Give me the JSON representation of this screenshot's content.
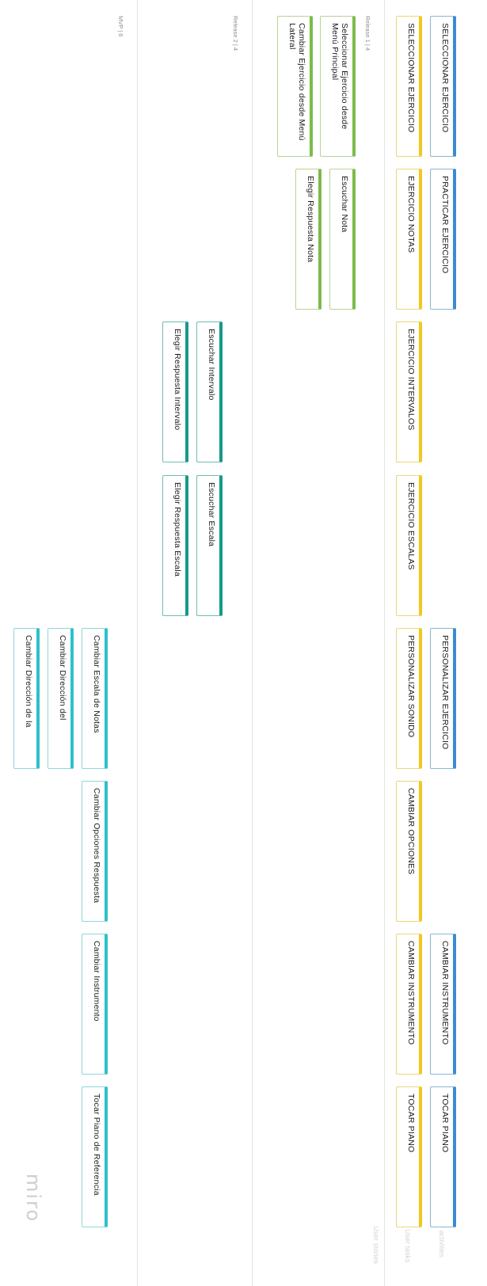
{
  "activities": [
    {
      "label": "SELECCIONAR EJERCICIO"
    },
    {
      "label": "PRACTICAR EJERCICIO"
    },
    {
      "label": "PERSONALIZAR EJERCICIO"
    },
    {
      "label": "CAMBIAR INSTRUMENTO"
    },
    {
      "label": "TOCAR PIANO"
    }
  ],
  "tasks": [
    {
      "label": "SELECCIONAR EJERCICIO"
    },
    {
      "label": "EJERCICIO NOTAS"
    },
    {
      "label": "EJERCICIO INTERVALOS"
    },
    {
      "label": "EJERCICIO ESCALAS"
    },
    {
      "label": "PERSONALIZAR SONIDO"
    },
    {
      "label": "CAMBIAR OPCIONES"
    },
    {
      "label": "CAMBIAR INSTRUMENTO"
    },
    {
      "label": "TOCAR PIANO"
    }
  ],
  "release1": {
    "label": "Release 1 | 4",
    "stories": [
      {
        "label": "Seleccionar Ejercicio desde Menú Principal"
      },
      {
        "label": "Cambiar Ejercicio desde Menú Lateral"
      },
      {
        "label": "Escuchar Nota"
      },
      {
        "label": "Elegir Respuesta Nota"
      }
    ]
  },
  "release2": {
    "label": "Release 2 | 4",
    "stories": [
      {
        "label": "Escuchar Intervalo"
      },
      {
        "label": "Elegir Respuesta Intervalo"
      },
      {
        "label": "Escuchar Escala"
      },
      {
        "label": "Elegir Respuesta Escala"
      }
    ]
  },
  "mvp": {
    "label": "MVP | 6",
    "stories": [
      {
        "label": "Cambiar Escala de Notas"
      },
      {
        "label": "Cambiar Dirección del"
      },
      {
        "label": "Cambiar Dirección de la"
      },
      {
        "label": "Cambiar Opciones Respuesta"
      },
      {
        "label": "Cambiar Instrumento"
      },
      {
        "label": "Tocar Piano de Referencia"
      }
    ]
  },
  "row_labels": {
    "activities": "User activities",
    "tasks": "User tasks",
    "stories": "User stories"
  },
  "logo": "miro",
  "colors": {
    "activity": "#3a8bd1",
    "task": "#f2c81c",
    "release1": "#7dbb4c",
    "release2": "#159a8a",
    "mvp": "#2ec0cc"
  }
}
